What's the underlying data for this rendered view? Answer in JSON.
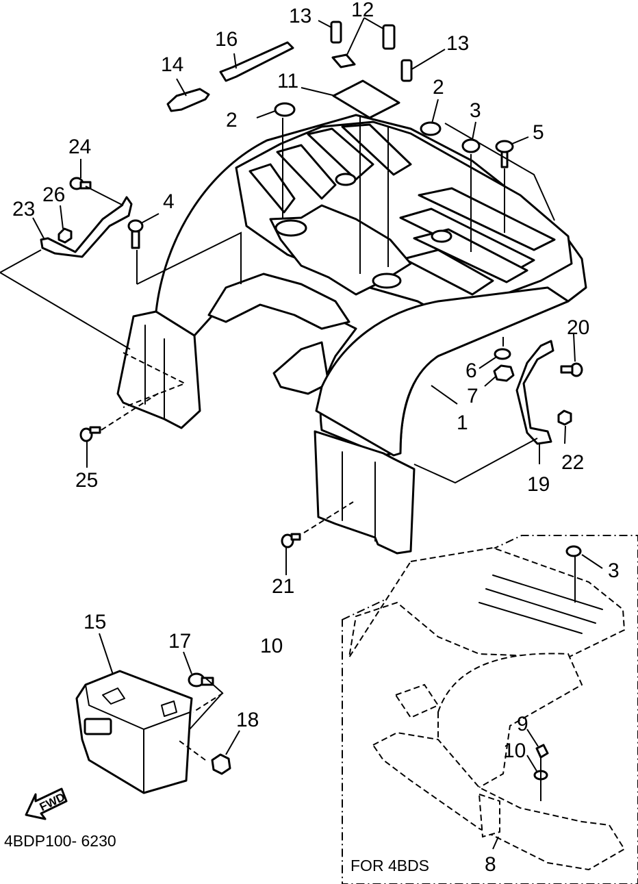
{
  "callouts": {
    "c1": "1",
    "c2a": "2",
    "c2b": "2",
    "c3a": "3",
    "c3b": "3",
    "c4": "4",
    "c5": "5",
    "c6": "6",
    "c7": "7",
    "c8": "8",
    "c9": "9",
    "c10a": "10",
    "c10b": "10",
    "c11": "11",
    "c12": "12",
    "c13a": "13",
    "c13b": "13",
    "c14": "14",
    "c15": "15",
    "c16": "16",
    "c17": "17",
    "c18": "18",
    "c19": "19",
    "c20": "20",
    "c21": "21",
    "c22": "22",
    "c23": "23",
    "c24": "24",
    "c25": "25",
    "c26": "26"
  },
  "inset": {
    "label": "FOR 4BDS"
  },
  "arrow": {
    "label": "FWD"
  },
  "code": "4BDP100- 6230"
}
